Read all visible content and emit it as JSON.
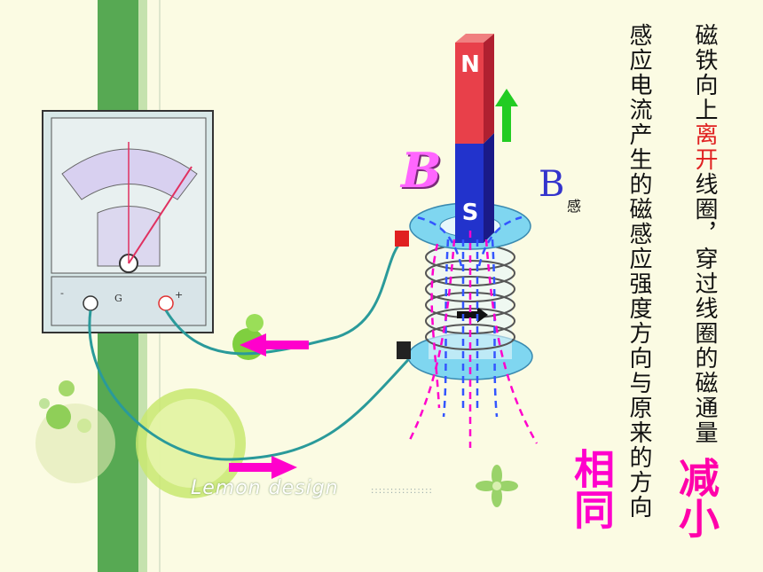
{
  "slide": {
    "main_text_prefix": "磁铁向上",
    "main_text_highlight": "离开",
    "main_text_suffix": "线圈，穿过线圈的磁通量",
    "emphasis_decrease": "减小",
    "second_text": "感应电流产生的磁感应强度方向与原来的方向",
    "emphasis_same": "相同"
  },
  "labels": {
    "field_B": "B",
    "induced_B": "B",
    "induced_B_sub": "感",
    "magnet_north": "N",
    "magnet_south": "S",
    "meter_G": "G",
    "meter_minus": "-",
    "meter_plus": "+"
  },
  "background": {
    "watermark": "Lemon design",
    "watermark_dots": "::::::::::::::::"
  },
  "colors": {
    "background": "#fbfbe3",
    "highlight": "#e02020",
    "emphasis": "#ff00cc",
    "magnet_north": "#e8404a",
    "magnet_south": "#2233cc",
    "coil": "#7fd6f0",
    "wire": "#2a9a9a",
    "arrow_current": "#ff00cc",
    "arrow_motion": "#22cc22",
    "field_lines_magnet": "#3355ff",
    "field_lines_induced": "#ff00cc"
  },
  "icons": {
    "motion_arrow": "green-up-arrow-icon",
    "current_arrow": "magenta-right-arrow-icon"
  }
}
